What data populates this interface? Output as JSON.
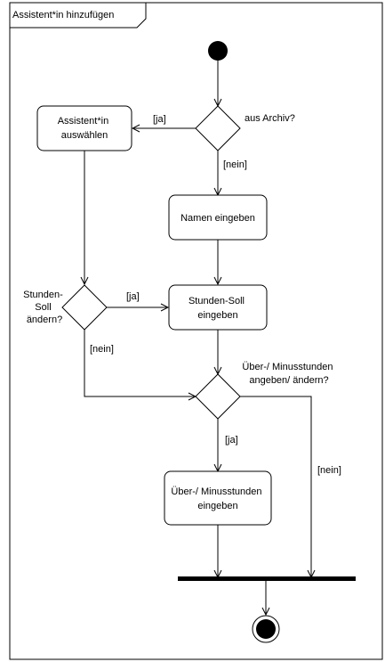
{
  "frame": {
    "title": "Assistent*in hinzufügen"
  },
  "nodes": {
    "assistent_auswaehlen": {
      "line1": "Assistent*in",
      "line2": "auswählen"
    },
    "namen_eingeben": {
      "line1": "Namen eingeben"
    },
    "stunden_soll_eingeben": {
      "line1": "Stunden-Soll",
      "line2": "eingeben"
    },
    "minusstunden_eingeben": {
      "line1": "Über-/ Minusstunden",
      "line2": "eingeben"
    }
  },
  "decisions": {
    "aus_archiv": {
      "question": "aus Archiv?"
    },
    "stunden_soll_aendern": {
      "line1": "Stunden-",
      "line2": "Soll",
      "line3": "ändern?"
    },
    "minusstunden_angeben": {
      "line1": "Über-/ Minusstunden",
      "line2": "angeben/ ändern?"
    }
  },
  "guards": {
    "archiv_ja": "[ja]",
    "archiv_nein": "[nein]",
    "soll_ja": "[ja]",
    "soll_nein": "[nein]",
    "minus_ja": "[ja]",
    "minus_nein": "[nein]"
  }
}
